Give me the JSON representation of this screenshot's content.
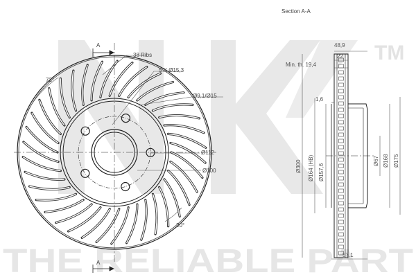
{
  "watermark": {
    "letters": "NK",
    "trademark": "TM",
    "tagline": "THE RELIABLE PART"
  },
  "front_view": {
    "section_marker": "A",
    "rib_count": "38 Ribs",
    "bolt_holes": "5 X Ø15,3",
    "hub_holes": "Ø9,1/Ø15",
    "angle_top": "72°",
    "angle_bottom": "20°",
    "pcd": "Ø112",
    "centre_bore": "Ø100"
  },
  "section_view": {
    "title": "Section A-A",
    "overall_width": "48,9",
    "disc_thickness": "22",
    "min_thickness": "Min. th. 19,4",
    "flange": "1,6",
    "outer_diameter": "Ø300",
    "hub_face": "Ø164 (HB)",
    "inner_face": "Ø157,6",
    "bore": "Ø67",
    "hub_diameter": "Ø168",
    "hat_diameter": "Ø175",
    "offset": "57,1"
  }
}
